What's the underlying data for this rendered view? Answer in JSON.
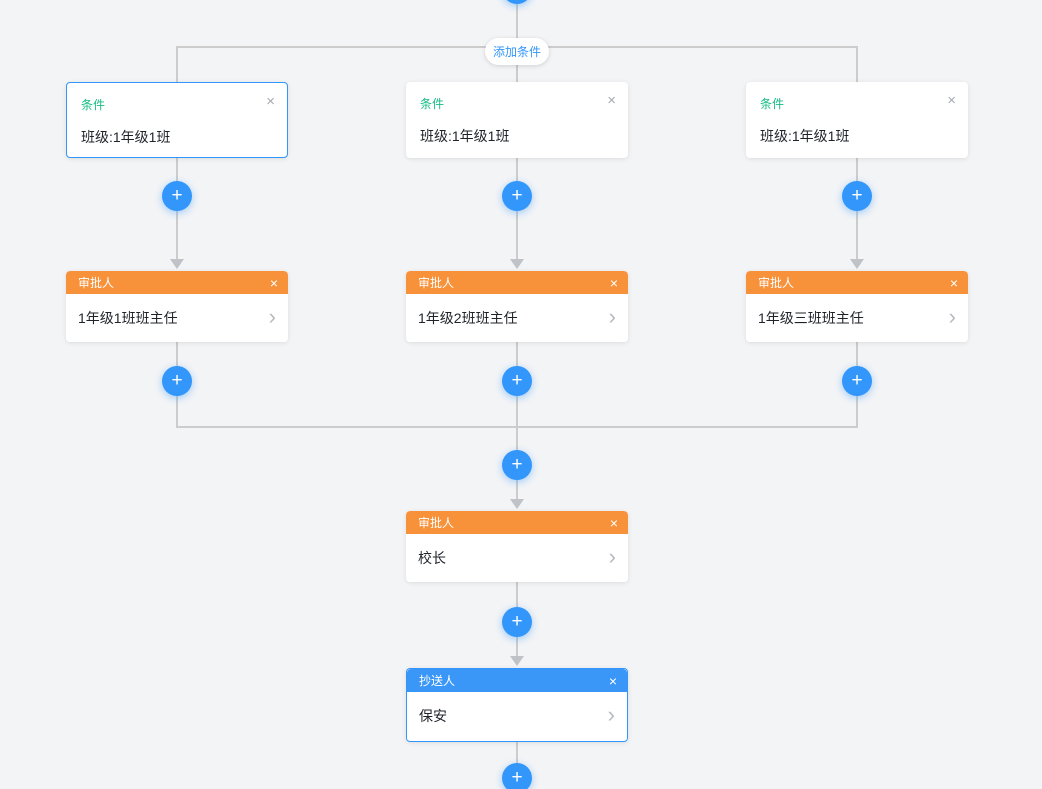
{
  "colors": {
    "background": "#f3f4f6",
    "line": "#cccccc",
    "arrow": "#bfc3c7",
    "accent_blue": "#3296fa",
    "approver_orange": "#f7913a",
    "cc_blue": "#3a97f7",
    "condition_green": "#15bc83",
    "text_dark": "#1f2329"
  },
  "add_condition_button": {
    "label": "添加条件"
  },
  "branches": [
    {
      "condition": {
        "type_label": "条件",
        "value": "班级:1年级1班",
        "selected": true
      },
      "approver": {
        "type_label": "审批人",
        "value": "1年级1班班主任"
      }
    },
    {
      "condition": {
        "type_label": "条件",
        "value": "班级:1年级1班",
        "selected": false
      },
      "approver": {
        "type_label": "审批人",
        "value": "1年级2班班主任"
      }
    },
    {
      "condition": {
        "type_label": "条件",
        "value": "班级:1年级1班",
        "selected": false
      },
      "approver": {
        "type_label": "审批人",
        "value": "1年级三班班主任"
      }
    }
  ],
  "final_approver": {
    "type_label": "审批人",
    "value": "校长"
  },
  "cc_node": {
    "type_label": "抄送人",
    "value": "保安",
    "selected": true
  },
  "icons": {
    "plus_icon": "+",
    "close_icon": "×",
    "chevron_icon": "›"
  }
}
